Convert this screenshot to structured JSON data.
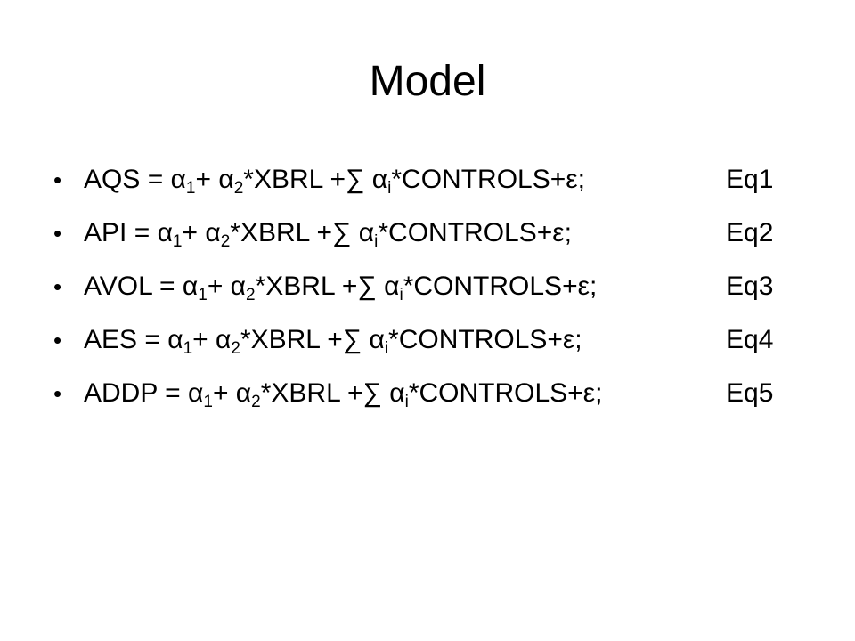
{
  "slide": {
    "title": "Model",
    "bullet_glyph": "•",
    "equations": [
      {
        "lhs": "AQS",
        "tag": "Eq1"
      },
      {
        "lhs": "API",
        "tag": "Eq2"
      },
      {
        "lhs": "AVOL",
        "tag": "Eq3"
      },
      {
        "lhs": "AES",
        "tag": "Eq4"
      },
      {
        "lhs": "ADDP",
        "tag": "Eq5"
      }
    ],
    "rhs": {
      "equals": " = ",
      "alpha": "α",
      "sub_1": "1",
      "plus_alpha": "+ α",
      "sub_2": "2",
      "xbrl_sum_alpha": "*XBRL +∑ α",
      "sub_i": "i",
      "controls": "*CONTROLS+ε;"
    }
  }
}
